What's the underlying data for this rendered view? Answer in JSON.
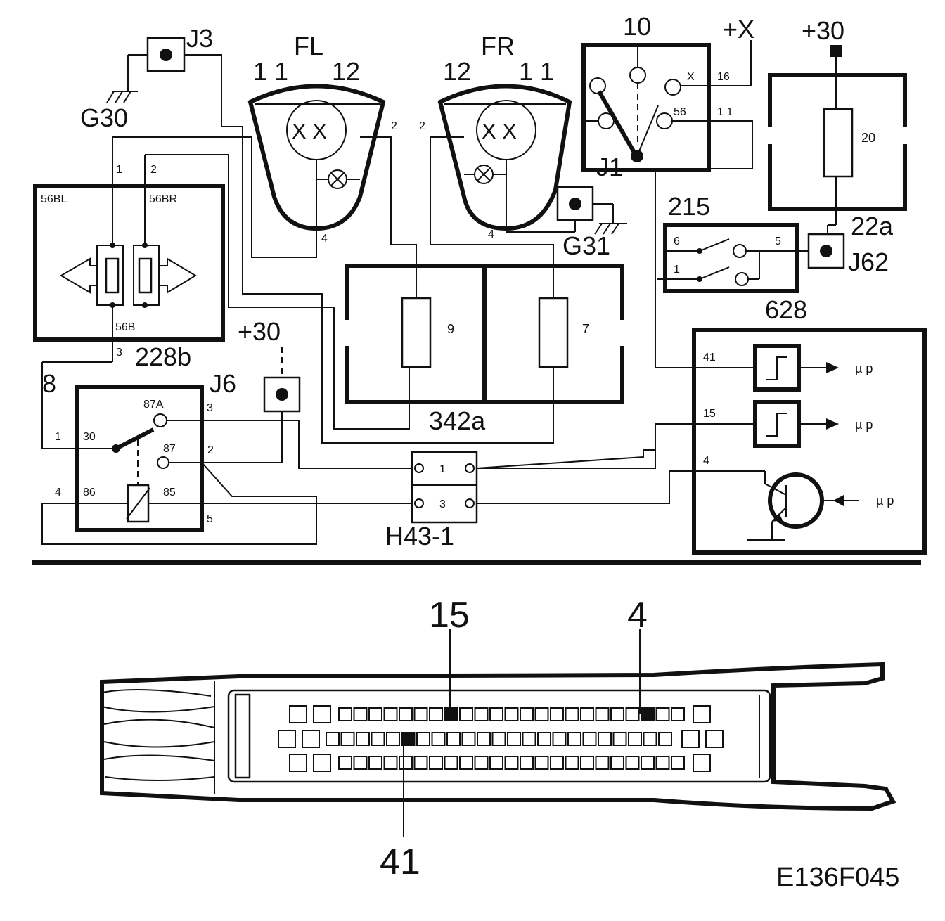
{
  "components": {
    "j3": "J3",
    "g30": "G30",
    "fl": "FL",
    "fl_pin_11": "1 1",
    "fl_pin_12": "12",
    "fr": "FR",
    "fr_pin_12": "12",
    "fr_pin_11": "1 1",
    "sw10": "10",
    "plus_x": "+X",
    "plus30_top": "+30",
    "fuse22a": "22a",
    "fuse20": "20",
    "j1": "J1",
    "g31": "G31",
    "c215": "215",
    "j62": "J62",
    "c628": "628",
    "c228b": "228b",
    "c342a": "342a",
    "fuse9": "9",
    "fuse7": "7",
    "j6": "J6",
    "plus30_mid": "+30",
    "c8": "8",
    "h43": "H43-1",
    "fig_code": "E136F045"
  },
  "pins": {
    "fl_2": "2",
    "fl_4": "4",
    "fr_2": "2",
    "fr_4": "4",
    "sw_x": "X",
    "sw_16": "16",
    "sw_56": "56",
    "sw_11": "1 1",
    "s215_6": "6",
    "s215_5": "5",
    "s215_1": "1",
    "b228_1": "1",
    "b228_2": "2",
    "b228_56bl": "56BL",
    "b228_56br": "56BR",
    "b228_56b": "56B",
    "b228_3": "3",
    "r8_87a": "87A",
    "r8_3": "3",
    "r8_1": "1",
    "r8_30": "30",
    "r8_87": "87",
    "r8_2": "2",
    "r8_4": "4",
    "r8_86": "86",
    "r8_85": "85",
    "r8_5": "5",
    "h43_1": "1",
    "h43_3": "3",
    "ecu_41": "41",
    "ecu_15": "15",
    "ecu_4": "4",
    "mu_p_1": "µ p",
    "mu_p_2": "µ p",
    "mu_p_3": "µ p"
  },
  "connector": {
    "pin_15": "15",
    "pin_4": "4",
    "pin_41": "41"
  }
}
